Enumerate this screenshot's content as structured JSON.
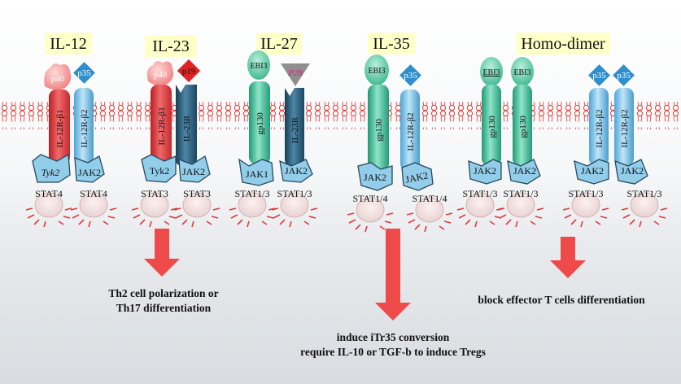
{
  "title_labels": {
    "il12": "IL-12",
    "il23": "IL-23",
    "il27": "IL-27",
    "il35": "IL-35",
    "homodimer": "Homo-dimer"
  },
  "subunits": {
    "il12_a": "p40",
    "il12_b": "p35",
    "il23_a": "p40",
    "il23_b": "p19",
    "il27_a": "EBI3",
    "il27_b": "P28",
    "il35_a": "EBI3",
    "il35_b": "p35",
    "homo_ebi3_1": "EBI3",
    "homo_ebi3_2": "EBI3",
    "homo_p35_1": "p35",
    "homo_p35_2": "p35"
  },
  "receptors": {
    "il12_r1": "IL-12R-β1",
    "il12_r2": "IL-12R-β2",
    "il23_r1": "IL-12R-β1",
    "il23_r2": "IL-23R",
    "il27_r1": "gp130",
    "il27_r2": "IL-23R",
    "il35_r1": "gp130",
    "il35_r2": "IL-12R-β2",
    "homo_r1": "gp130",
    "homo_r2": "gp130",
    "homo_r3": "IL-12R-β2",
    "homo_r4": "IL-12R-β2"
  },
  "kinases": {
    "il12_k1": "Tyk2",
    "il12_k2": "JAK2",
    "il23_k1": "Tyk2",
    "il23_k2": "JAK2",
    "il27_k1": "JAK1",
    "il27_k2": "JAK2",
    "il35_k1": "JAK2",
    "il35_k2": "JAK2",
    "homo_k1": "JAK2",
    "homo_k2": "JAK2",
    "homo_k3": "JAK2",
    "homo_k4": "JAK2"
  },
  "stats": {
    "il12_s1": "STAT4",
    "il12_s2": "STAT4",
    "il23_s1": "STAT3",
    "il23_s2": "STAT3",
    "il27_s1": "STAT1/3",
    "il27_s2": "STAT1/3",
    "il35_s1": "STAT1/4",
    "il35_s2": "STAT1/4",
    "homo_s1": "STAT1/3",
    "homo_s2": "STAT1/3",
    "homo_s3": "STAT1/3",
    "homo_s4": "STAT1/3"
  },
  "outcomes": {
    "th_line1": "Th2 cell polarization or",
    "th_line2": "Th17 differentiation",
    "itr_line1": "induce iTr35 conversion",
    "itr_line2": "require IL-10 or TGF-b to induce Tregs",
    "block": "block effector T cells differentiation"
  },
  "colors": {
    "red_receptor": "#e8474a",
    "blue_receptor": "#7fc4ea",
    "navy_receptor": "#2b5873",
    "green_receptor": "#3fbf98",
    "arrow": "#ee4a4a",
    "label_bg": "#ffffc8",
    "membrane": "#e94a4a"
  }
}
